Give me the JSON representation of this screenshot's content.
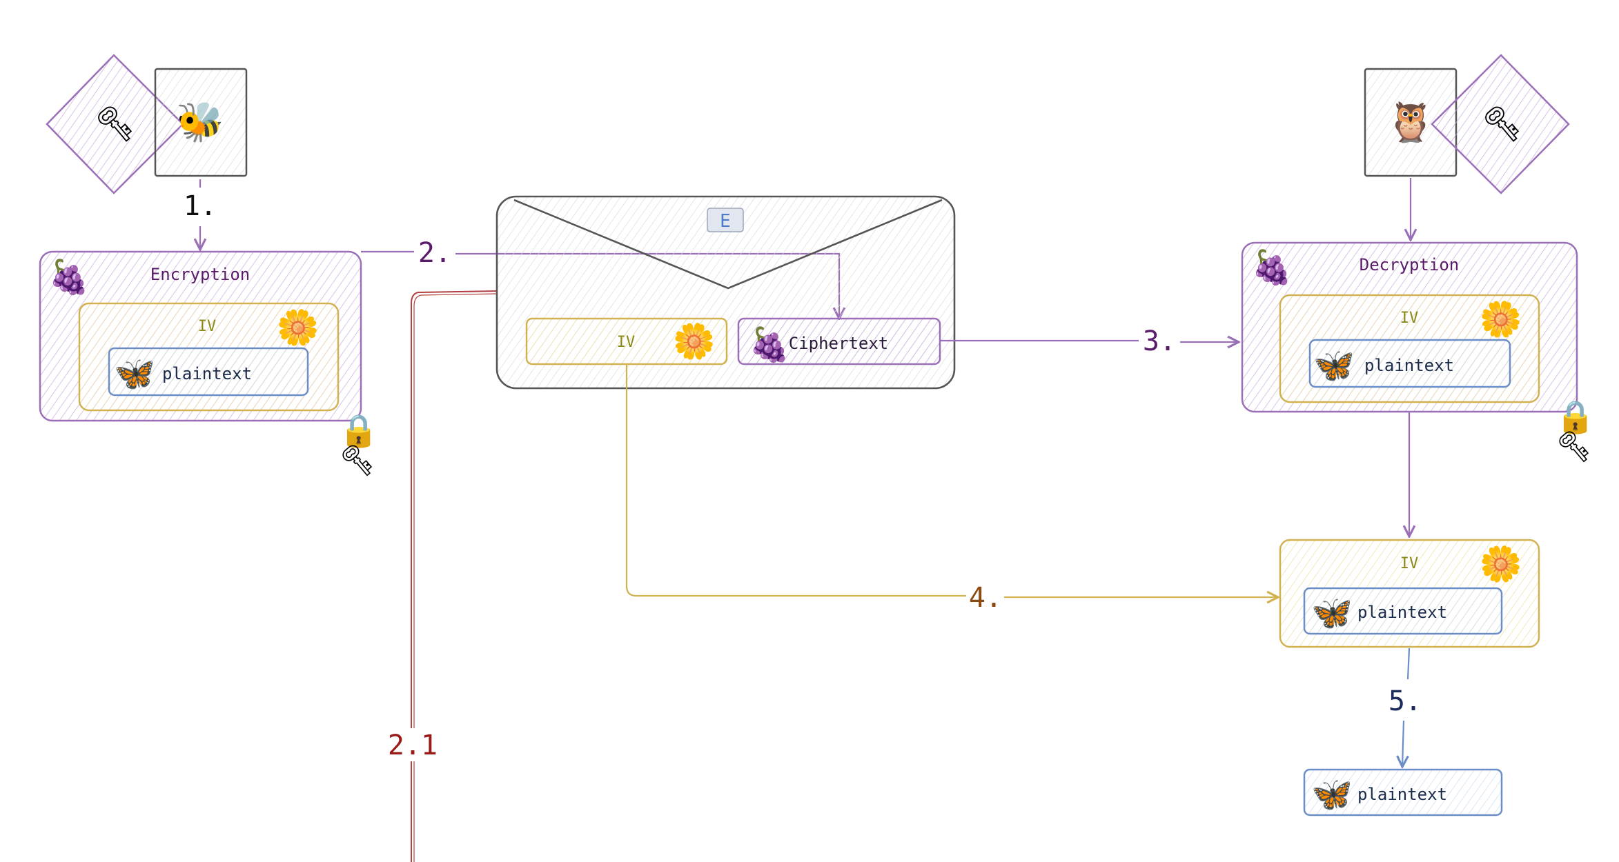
{
  "steps": {
    "s1": "1.",
    "s2": "2.",
    "s2_1": "2.1",
    "s3": "3.",
    "s4": "4.",
    "s5": "5."
  },
  "encryption": {
    "title": "Encryption",
    "iv_label": "IV",
    "plaintext_label": "plaintext"
  },
  "envelope": {
    "badge": "E",
    "iv_label": "IV",
    "ciphertext_label": "Ciphertext"
  },
  "decryption": {
    "title": "Decryption",
    "iv_label": "IV",
    "plaintext_label": "plaintext"
  },
  "recovered": {
    "iv_label": "IV",
    "plaintext_label": "plaintext"
  },
  "final": {
    "plaintext_label": "plaintext"
  },
  "glyphs": {
    "key": "🗝",
    "bee": "🐝",
    "owl": "🦉",
    "grapes": "🍇",
    "flower": "🌼",
    "butterfly": "🦋",
    "lock": "🔒"
  },
  "colors": {
    "purple": "#9b6fb8",
    "purple_text": "#5a1a6a",
    "gold": "#d1b150",
    "gold_text": "#8a8a1a",
    "blue": "#6b8ec8",
    "blue_text": "#1a2a4a",
    "red": "#b34040",
    "orange_text": "#8a4a10",
    "gray": "#555555",
    "navy_text": "#1a2a5a"
  }
}
